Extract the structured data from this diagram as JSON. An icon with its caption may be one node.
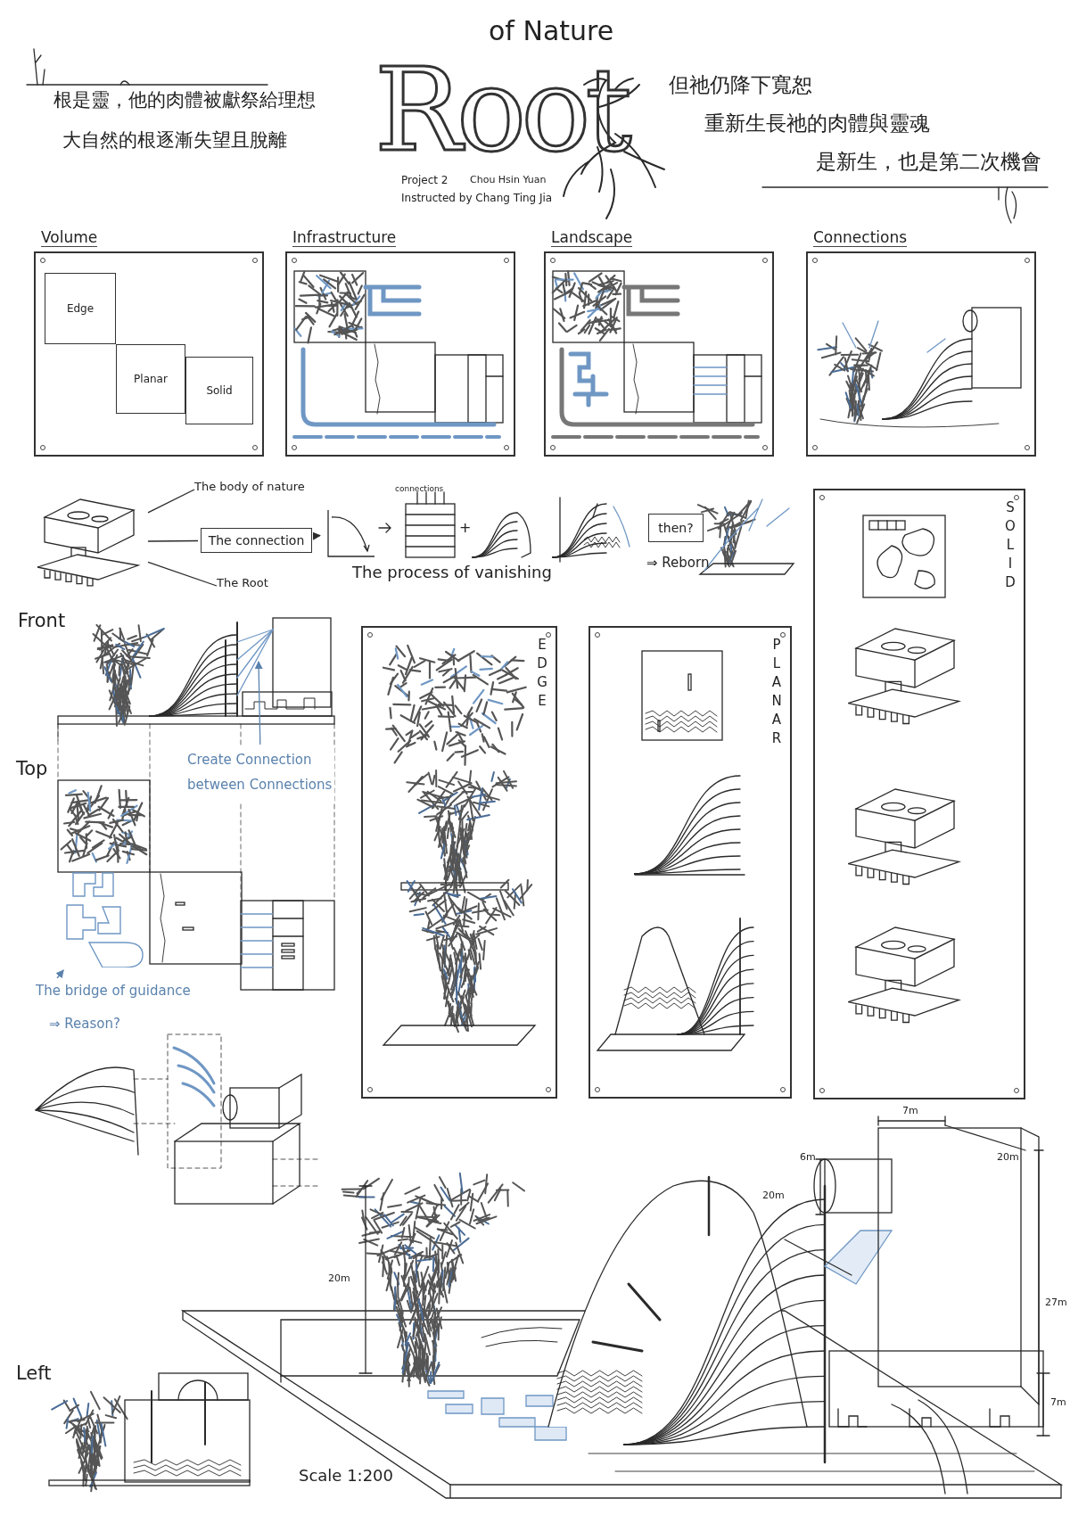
{
  "diagram": {
    "nodes": [
      {
        "text": [
          "Volume"
        ]
      },
      {
        "text": [
          "Edge"
        ],
        "in": 0
      },
      {
        "text": [
          "Planar"
        ],
        "in": 0
      },
      {
        "text": [
          "Solid"
        ],
        "in": 0
      },
      {
        "text": [
          "Infrastructure"
        ]
      },
      {
        "text": [
          "Landscape"
        ]
      },
      {
        "text": [
          "Connections"
        ]
      },
      {
        "text": [],
        "shape": "picture"
      },
      {
        "text": [
          "The body of nature"
        ]
      },
      {
        "text": [
          "The connection"
        ]
      },
      {
        "text": [
          "The Root"
        ]
      },
      {
        "text": [],
        "shape": "picture"
      },
      {
        "text": [
          "then?"
        ]
      },
      {
        "text": [
          "SOLID"
        ]
      },
      {
        "text": [
          "EDGE"
        ]
      },
      {
        "text": [
          "PLANAR"
        ]
      },
      {
        "text": [
          "Create Connection between Connections"
        ]
      },
      {
        "text": [
          "The bridge of guidance"
        ]
      },
      {
        "text": [],
        "shape": "picture"
      }
    ],
    "edges": [
      {
        "from": 8,
        "to": 7,
        "arrow": "none"
      },
      {
        "from": 9,
        "to": 7,
        "arrow": "none"
      },
      {
        "from": 10,
        "to": 7,
        "arrow": "none"
      },
      {
        "from": 9,
        "to": 11,
        "arrow": "to"
      },
      {
        "from": 16,
        "to": null,
        "arrow": "to",
        "color": "#5a82ad"
      },
      {
        "from": 17,
        "to": 18,
        "arrow": "to",
        "color": "#5a82ad"
      }
    ],
    "labels": [
      "根是靈，他的肉體被獻祭給理想",
      "大自然的根逐漸失望且脫離",
      "Root",
      "of Nature",
      "Project 2",
      "Chou Hsin Yuan",
      "Instructed by Chang Ting Jia",
      "但祂仍降下寬恕",
      "重新生長祂的肉體與靈魂",
      "是新生，也是第二次機會",
      "connections",
      "+",
      "The process of vanishing",
      "⇒ Reborn",
      "Front",
      "Top",
      "⇒ Reason?",
      "7m",
      "6m",
      "20m",
      "20m",
      "20m",
      "27m",
      "7m",
      "Left",
      "Scale 1:200"
    ]
  }
}
